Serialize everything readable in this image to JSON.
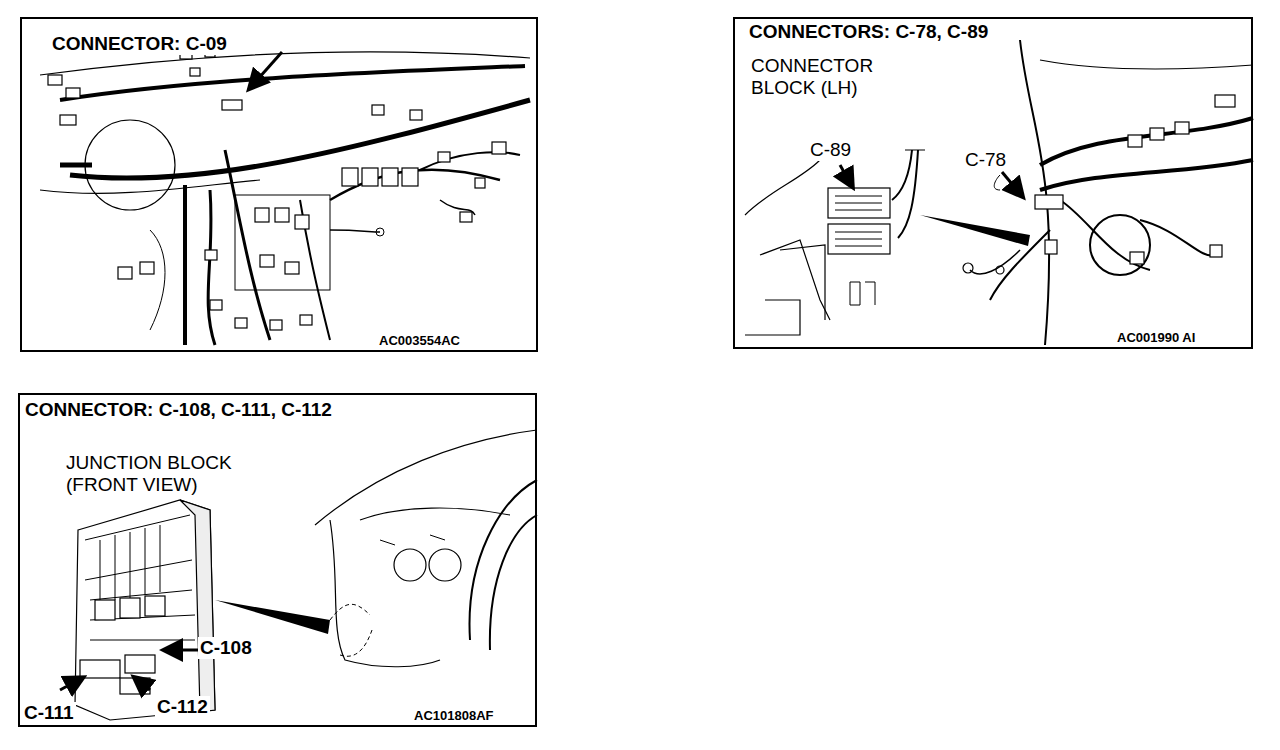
{
  "diagram": {
    "nodes": [
      {
        "text": [
          "CONNECTOR: C-09",
          "AC003554AC"
        ]
      },
      {
        "text": [
          "CONNECTORS: C-78, C-89",
          "CONNECTOR BLOCK (LH)",
          "C-89",
          "C-78",
          "AC001990 AI"
        ]
      },
      {
        "text": [
          "CONNECTOR: C-108, C-111, C-112",
          "JUNCTION BLOCK (FRONT VIEW)",
          "C-108",
          "C-111",
          "C-112",
          "AC101808AF"
        ]
      }
    ]
  }
}
